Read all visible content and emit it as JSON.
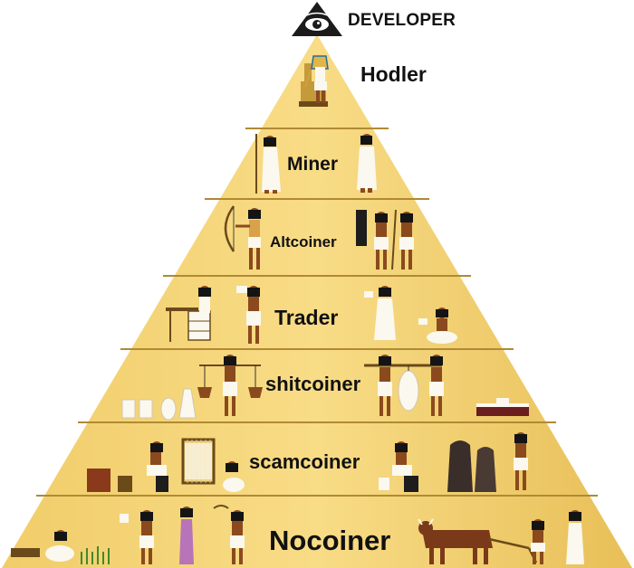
{
  "apex": {
    "label": "DEVELOPER",
    "icon": "all-seeing-eye-icon"
  },
  "tiers": [
    {
      "label": "Hodler"
    },
    {
      "label": "Miner"
    },
    {
      "label": "Altcoiner"
    },
    {
      "label": "Trader"
    },
    {
      "label": "shitcoiner"
    },
    {
      "label": "scamcoiner"
    },
    {
      "label": "Nocoiner"
    }
  ],
  "colors": {
    "pyramid_light": "#f6d77e",
    "pyramid_dark": "#e3b94f",
    "tier_line": "#b08a33",
    "skin": "#8a4a1e",
    "hair": "#141414",
    "garment": "#fbf8ef",
    "ox": "#7a3a1a"
  }
}
